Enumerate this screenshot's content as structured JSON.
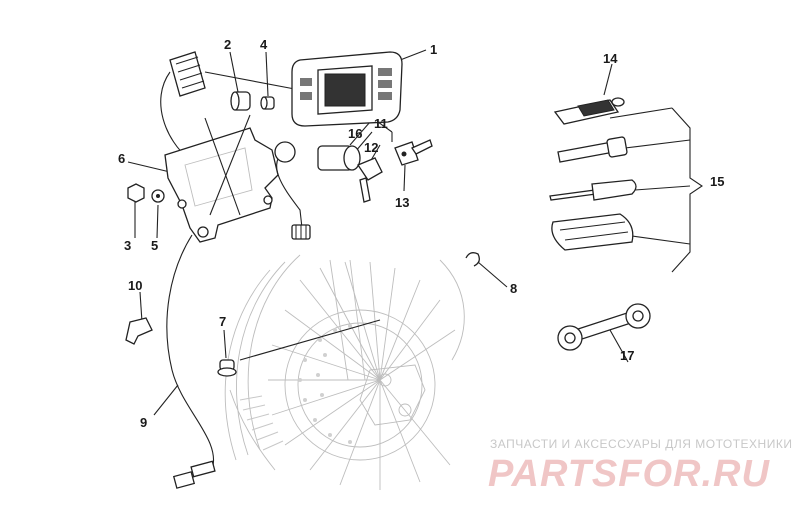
{
  "callouts": [
    {
      "id": "c1",
      "text": "1"
    },
    {
      "id": "c2",
      "text": "2"
    },
    {
      "id": "c3",
      "text": "3"
    },
    {
      "id": "c4",
      "text": "4"
    },
    {
      "id": "c5",
      "text": "5"
    },
    {
      "id": "c6",
      "text": "6"
    },
    {
      "id": "c7",
      "text": "7"
    },
    {
      "id": "c8",
      "text": "8"
    },
    {
      "id": "c9",
      "text": "9"
    },
    {
      "id": "c10",
      "text": "10"
    },
    {
      "id": "c11",
      "text": "11"
    },
    {
      "id": "c12",
      "text": "12"
    },
    {
      "id": "c13",
      "text": "13"
    },
    {
      "id": "c14",
      "text": "14"
    },
    {
      "id": "c15",
      "text": "15"
    },
    {
      "id": "c16",
      "text": "16"
    },
    {
      "id": "c17",
      "text": "17"
    }
  ],
  "watermark": {
    "caption": "ЗАПЧАСТИ И АКСЕССУАРЫ ДЛЯ МОТОТЕХНИКИ",
    "logo": "PARTSFOR.RU"
  },
  "colors": {
    "line": "#222222",
    "faint": "#bdbdbd",
    "watermark_logo": "#f0c6c6"
  }
}
